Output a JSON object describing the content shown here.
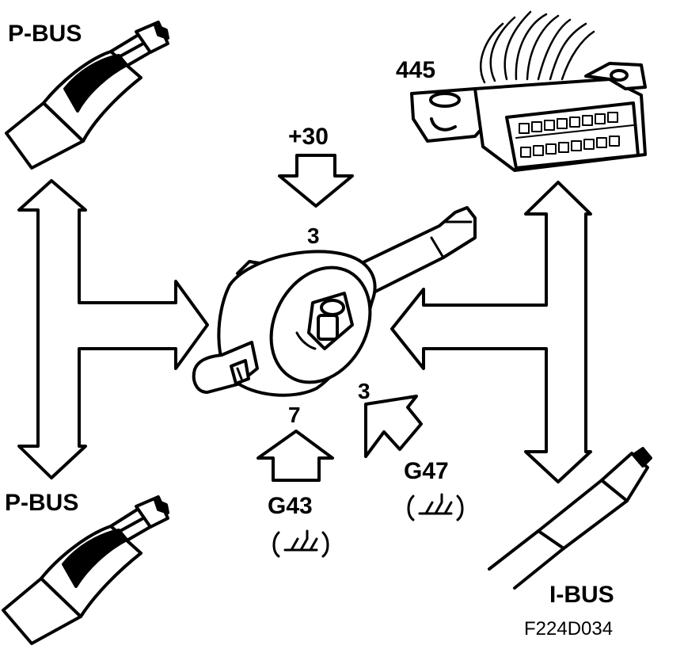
{
  "labels": {
    "pbus_top": "P-BUS",
    "pbus_bottom": "P-BUS",
    "ibus": "I-BUS",
    "connector": "445",
    "supply": "+30",
    "pin_top": "3",
    "pin_left": "7",
    "pin_right": "3",
    "ground_left": "G43",
    "ground_right": "G47",
    "figure_code": "F224D034"
  },
  "icons": {
    "ground": "ground-symbol-icon",
    "cable": "cable-icon",
    "connector": "diagnostic-connector-icon",
    "switch": "steering-column-switch-icon"
  },
  "colors": {
    "ink": "#000000",
    "paper": "#ffffff"
  }
}
